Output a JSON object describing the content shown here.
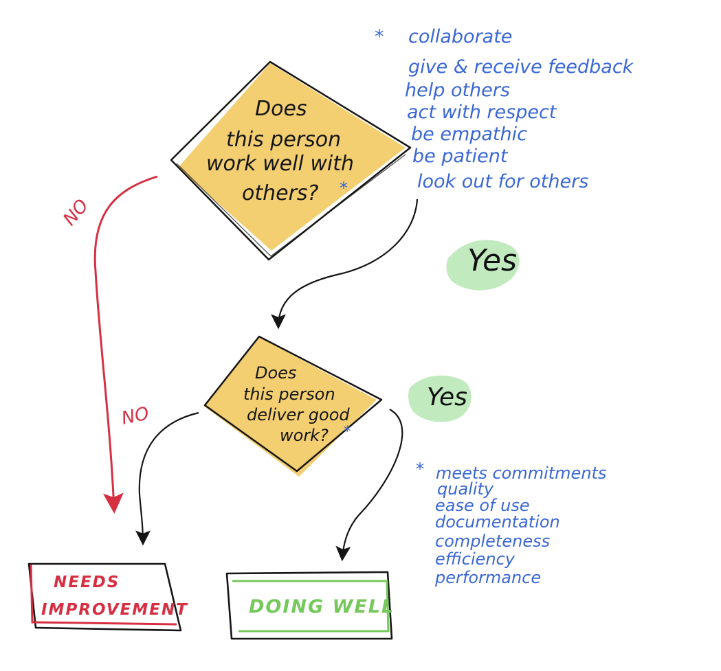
{
  "diagram": {
    "decision1": {
      "lines": [
        "Does",
        "this person",
        "work well with",
        "others?"
      ],
      "asterisk": "*"
    },
    "decision2": {
      "lines": [
        "Does",
        "this person",
        "deliver good",
        "work?"
      ],
      "asterisk": "*"
    },
    "labels": {
      "yes1": "Yes",
      "yes2": "Yes",
      "no1": "NO",
      "no2": "NO"
    },
    "outcomes": {
      "needs_improvement": [
        "NEEDS",
        "IMPROVEMENT"
      ],
      "doing_well": "DOING WELL"
    },
    "notes_teamwork": {
      "marker": "*",
      "items": [
        "collaborate",
        "give & receive feedback",
        "help others",
        "act with respect",
        "be empathic",
        "be patient",
        "look out for others"
      ]
    },
    "notes_work": {
      "marker": "*",
      "items": [
        "meets commitments",
        "quality",
        "ease of use",
        "documentation",
        "completeness",
        "efficiency",
        "performance"
      ]
    },
    "colors": {
      "ink": "#151515",
      "yellow": "#f1c85f",
      "green_highlight": "#8fd88a",
      "red": "#d62f42",
      "green": "#74c95a",
      "blue": "#3a67d6"
    }
  }
}
